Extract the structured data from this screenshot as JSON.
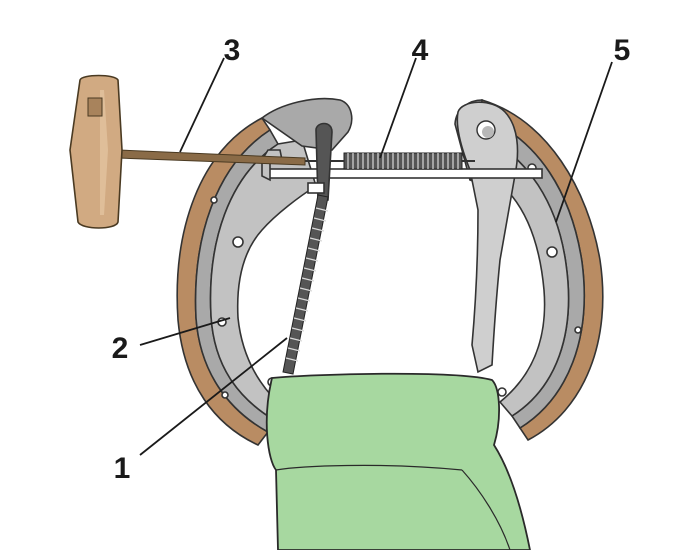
{
  "callouts": [
    {
      "id": "1",
      "label": "1"
    },
    {
      "id": "2",
      "label": "2"
    },
    {
      "id": "3",
      "label": "3"
    },
    {
      "id": "4",
      "label": "4"
    },
    {
      "id": "5",
      "label": "5"
    }
  ],
  "colors": {
    "lining": "#b98c63",
    "shoe": "#a9a9a9",
    "shoe_web": "#c2c2c2",
    "lever": "#cfcfcf",
    "hub": "#a7d8a0",
    "tool_handle": "#d1aa82",
    "tool_rod": "#8a6b47",
    "outline": "#333333"
  },
  "parts": {
    "tool": "t-handle-tool",
    "left_shoe": "brake-shoe-left",
    "right_shoe": "brake-shoe-right",
    "lower_spring": "return-spring-lower",
    "upper_spring": "adjuster-spring-upper",
    "strut": "adjuster-strut",
    "parking_lever": "parking-brake-lever",
    "hub": "wheel-hub-mount"
  }
}
